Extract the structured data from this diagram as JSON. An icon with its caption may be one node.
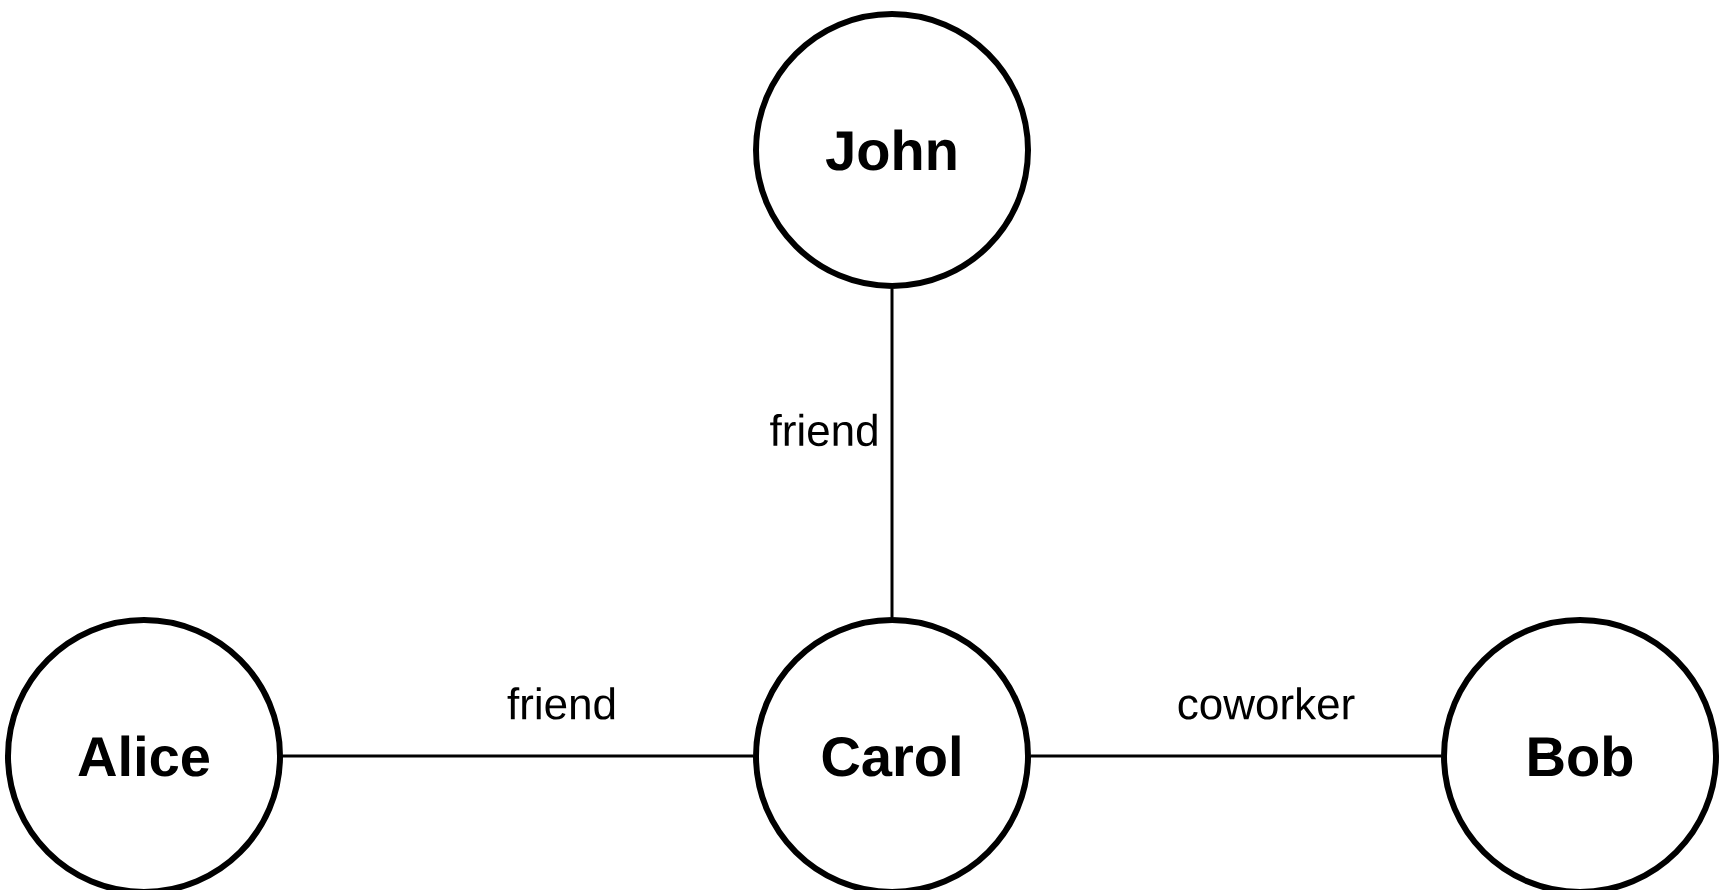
{
  "diagram": {
    "nodes": [
      {
        "text": [
          "John"
        ]
      },
      {
        "text": [
          "Alice"
        ]
      },
      {
        "text": [
          "Carol"
        ]
      },
      {
        "text": [
          "Bob"
        ]
      }
    ],
    "edges": [
      {
        "from": 0,
        "to": 2,
        "arrow": "none",
        "label": "friend"
      },
      {
        "from": 1,
        "to": 2,
        "arrow": "none",
        "label": "friend"
      },
      {
        "from": 2,
        "to": 3,
        "arrow": "none",
        "label": "coworker"
      }
    ]
  }
}
